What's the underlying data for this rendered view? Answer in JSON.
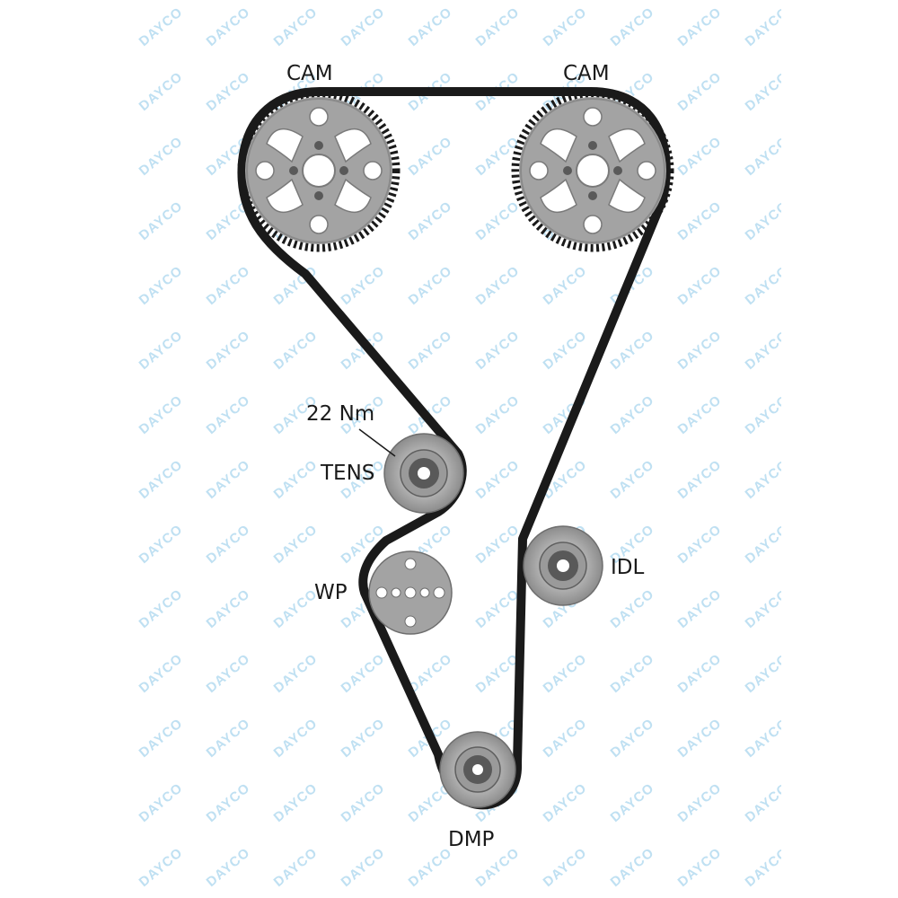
{
  "watermark": {
    "text": "DAYCO",
    "color": "#bfe0f2"
  },
  "diagram": {
    "belt_color": "#1a1a1a",
    "pulley_color": "#a3a3a3",
    "hub_color": "#595959"
  },
  "labels": {
    "cam_left": "CAM",
    "cam_right": "CAM",
    "tensioner_torque": "22 Nm",
    "tensioner": "TENS",
    "water_pump": "WP",
    "idler": "IDL",
    "damper": "DMP"
  }
}
